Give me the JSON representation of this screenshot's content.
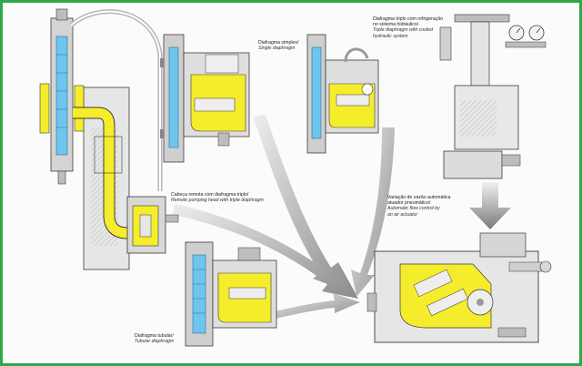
{
  "colors": {
    "frame_border": "#2fa84a",
    "fluid_yellow": "#f5ec2c",
    "fluid_blue": "#6ec6ef",
    "arrow_gray": "#9a9a9a",
    "metal_gray": "#c9c9c9",
    "outline": "#3a3a3a"
  },
  "labels": {
    "single": {
      "pt": "Diafragma simples/",
      "en": "Single diaphragm"
    },
    "triple_cooled": {
      "pt1": "Diafragma triplo com refrigeração",
      "pt2": "no sistema hidráulico/",
      "en1": "Triple diaphragm with cooled",
      "en2": "hydraulic system"
    },
    "remote": {
      "pt": "Cabeça remota com diafragma triplo/",
      "en": "Remote pumping head with triple diaphragm"
    },
    "flow_control": {
      "pt1": "Variação de vazão automática",
      "pt2": "atuador pneumático/",
      "en1": "Automatic flow control by",
      "en2": "an air actuator"
    },
    "tubular": {
      "pt": "Diafragma tubular/",
      "en": "Tubular diaphragm"
    }
  }
}
